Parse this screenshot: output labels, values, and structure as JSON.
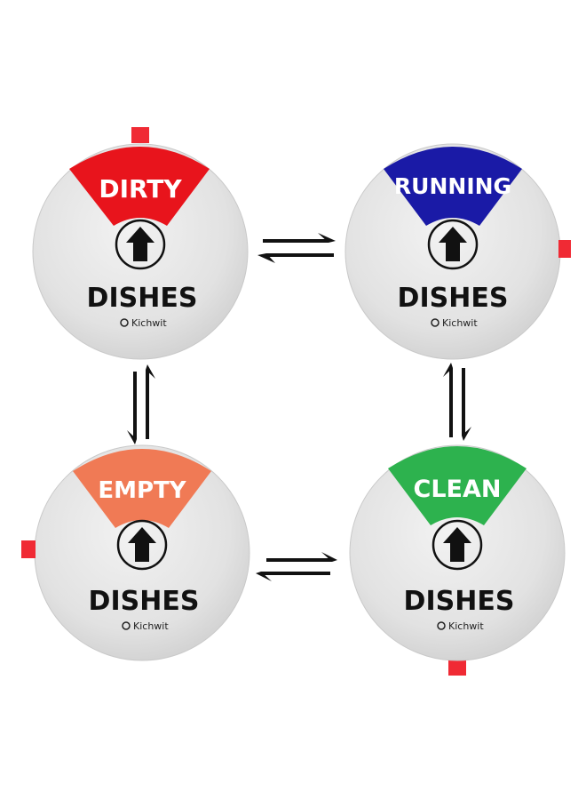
{
  "colors": {
    "dirty": "#e8141c",
    "running": "#1a1aa6",
    "empty": "#f07a55",
    "clean": "#2db24e",
    "tab": "#f02a34",
    "disc": "#e4e4e4",
    "ink": "#111111"
  },
  "magnets": [
    {
      "id": "dirty",
      "status": "DIRTY",
      "label": "DISHES",
      "brand": "Kichwit",
      "icon": "arrow-up-icon"
    },
    {
      "id": "running",
      "status": "RUNNING",
      "label": "DISHES",
      "brand": "Kichwit",
      "icon": "arrow-up-icon"
    },
    {
      "id": "empty",
      "status": "EMPTY",
      "label": "DISHES",
      "brand": "Kichwit",
      "icon": "arrow-up-icon"
    },
    {
      "id": "clean",
      "status": "CLEAN",
      "label": "DISHES",
      "brand": "Kichwit",
      "icon": "arrow-up-icon"
    }
  ],
  "connectors": [
    "double-arrow-icon",
    "double-arrow-icon",
    "double-arrow-icon",
    "double-arrow-icon"
  ]
}
